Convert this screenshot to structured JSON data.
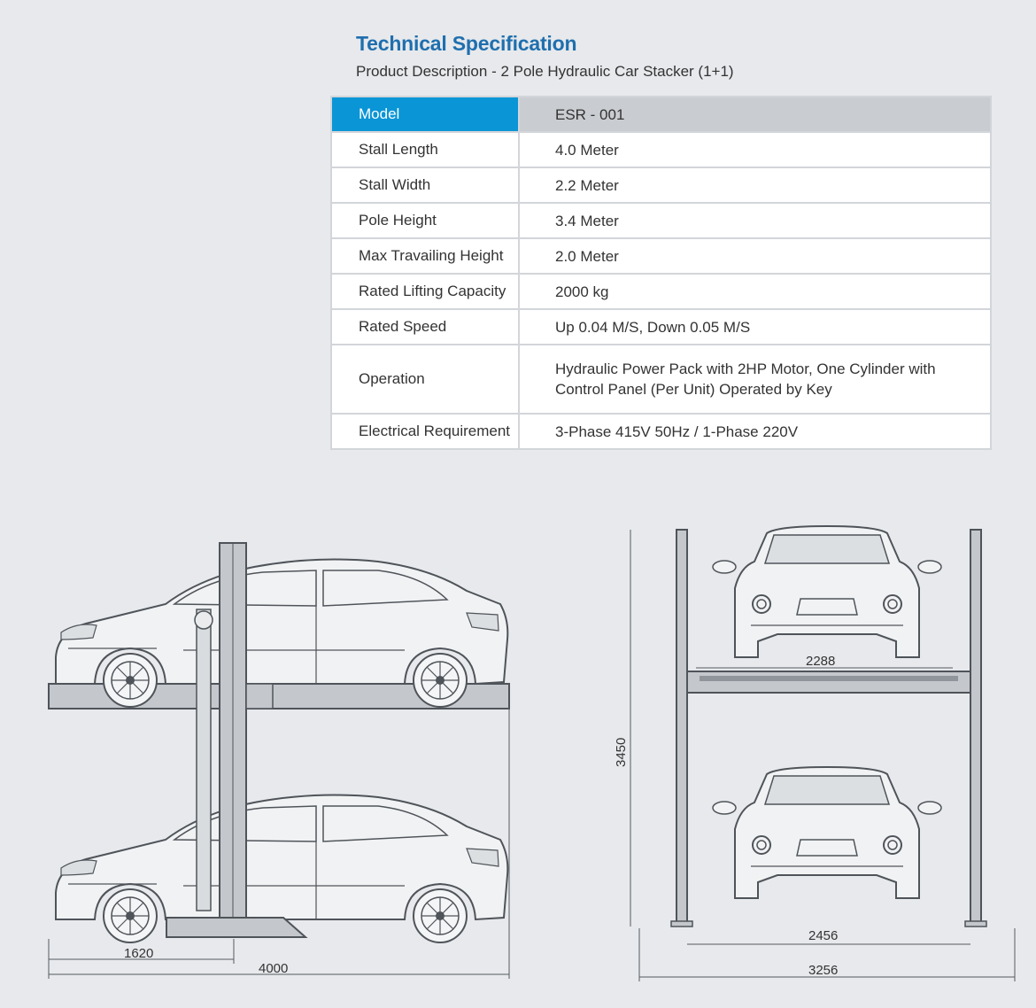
{
  "header": {
    "title": "Technical Specification",
    "subtitle": "Product Description - 2 Pole Hydraulic Car Stacker (1+1)"
  },
  "specs": {
    "header": {
      "label": "Model",
      "value": "ESR - 001"
    },
    "rows": [
      {
        "label": "Stall Length",
        "value": "4.0 Meter"
      },
      {
        "label": "Stall Width",
        "value": "2.2 Meter"
      },
      {
        "label": "Pole Height",
        "value": "3.4 Meter"
      },
      {
        "label": "Max Travailing Height",
        "value": "2.0 Meter"
      },
      {
        "label": "Rated Lifting Capacity",
        "value": "2000 kg"
      },
      {
        "label": "Rated Speed",
        "value": "Up 0.04 M/S, Down 0.05 M/S"
      },
      {
        "label": "Operation",
        "value": "Hydraulic Power Pack with 2HP Motor, One Cylinder with Control Panel (Per Unit) Operated by Key"
      },
      {
        "label": "Electrical Requirement",
        "value": "3-Phase 415V 50Hz / 1-Phase 220V"
      }
    ]
  },
  "dimensions": {
    "side_post_offset": "1620",
    "side_length": "4000",
    "front_platform_width": "2288",
    "front_height": "3450",
    "front_inner_width": "2456",
    "front_outer_width": "3256"
  },
  "colors": {
    "accent_blue": "#0a95d6",
    "title_blue": "#1f6fae",
    "background": "#e7e9ec",
    "line": "#555a60"
  }
}
